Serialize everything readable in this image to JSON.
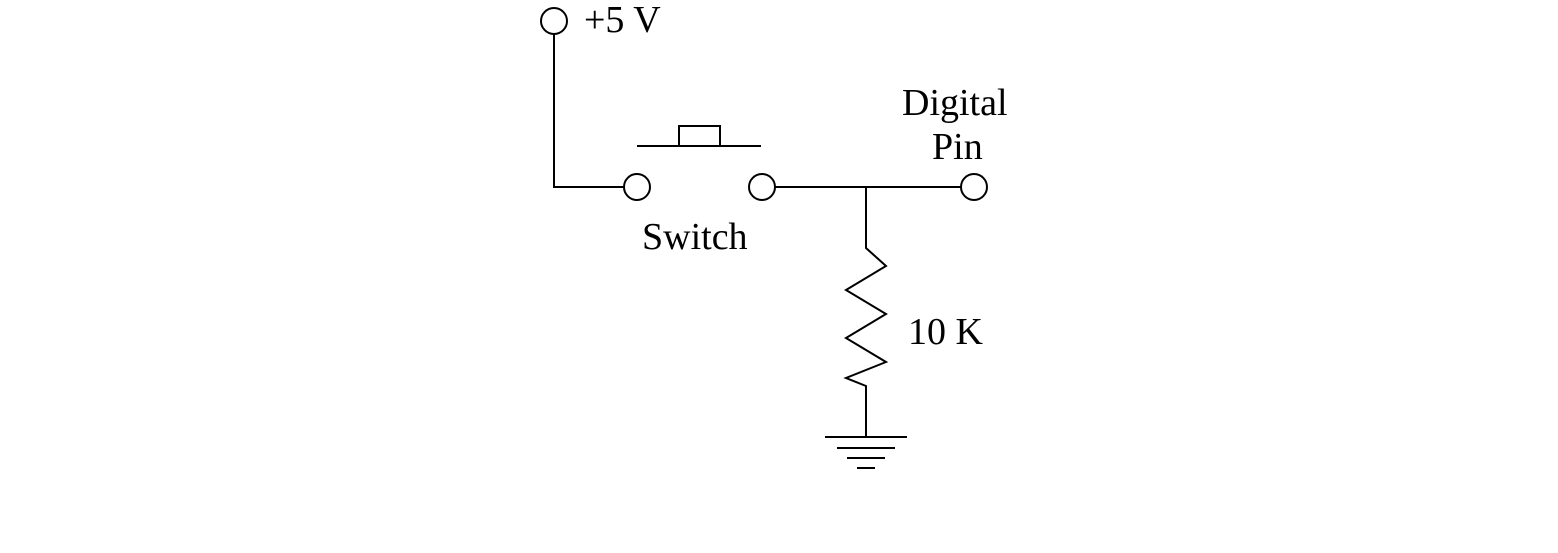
{
  "diagram": {
    "type": "circuit-schematic",
    "labels": {
      "supply": "+5 V",
      "output_line1": "Digital",
      "output_line2": "Pin",
      "switch": "Switch",
      "resistor": "10 K"
    },
    "components": [
      {
        "kind": "voltage-source-terminal",
        "label_key": "supply"
      },
      {
        "kind": "push-button-switch",
        "label_key": "switch"
      },
      {
        "kind": "resistor",
        "label_key": "resistor"
      },
      {
        "kind": "ground"
      },
      {
        "kind": "output-terminal",
        "label_key": "output_line1"
      }
    ],
    "colors": {
      "line": "#000000",
      "background": "#ffffff"
    }
  }
}
